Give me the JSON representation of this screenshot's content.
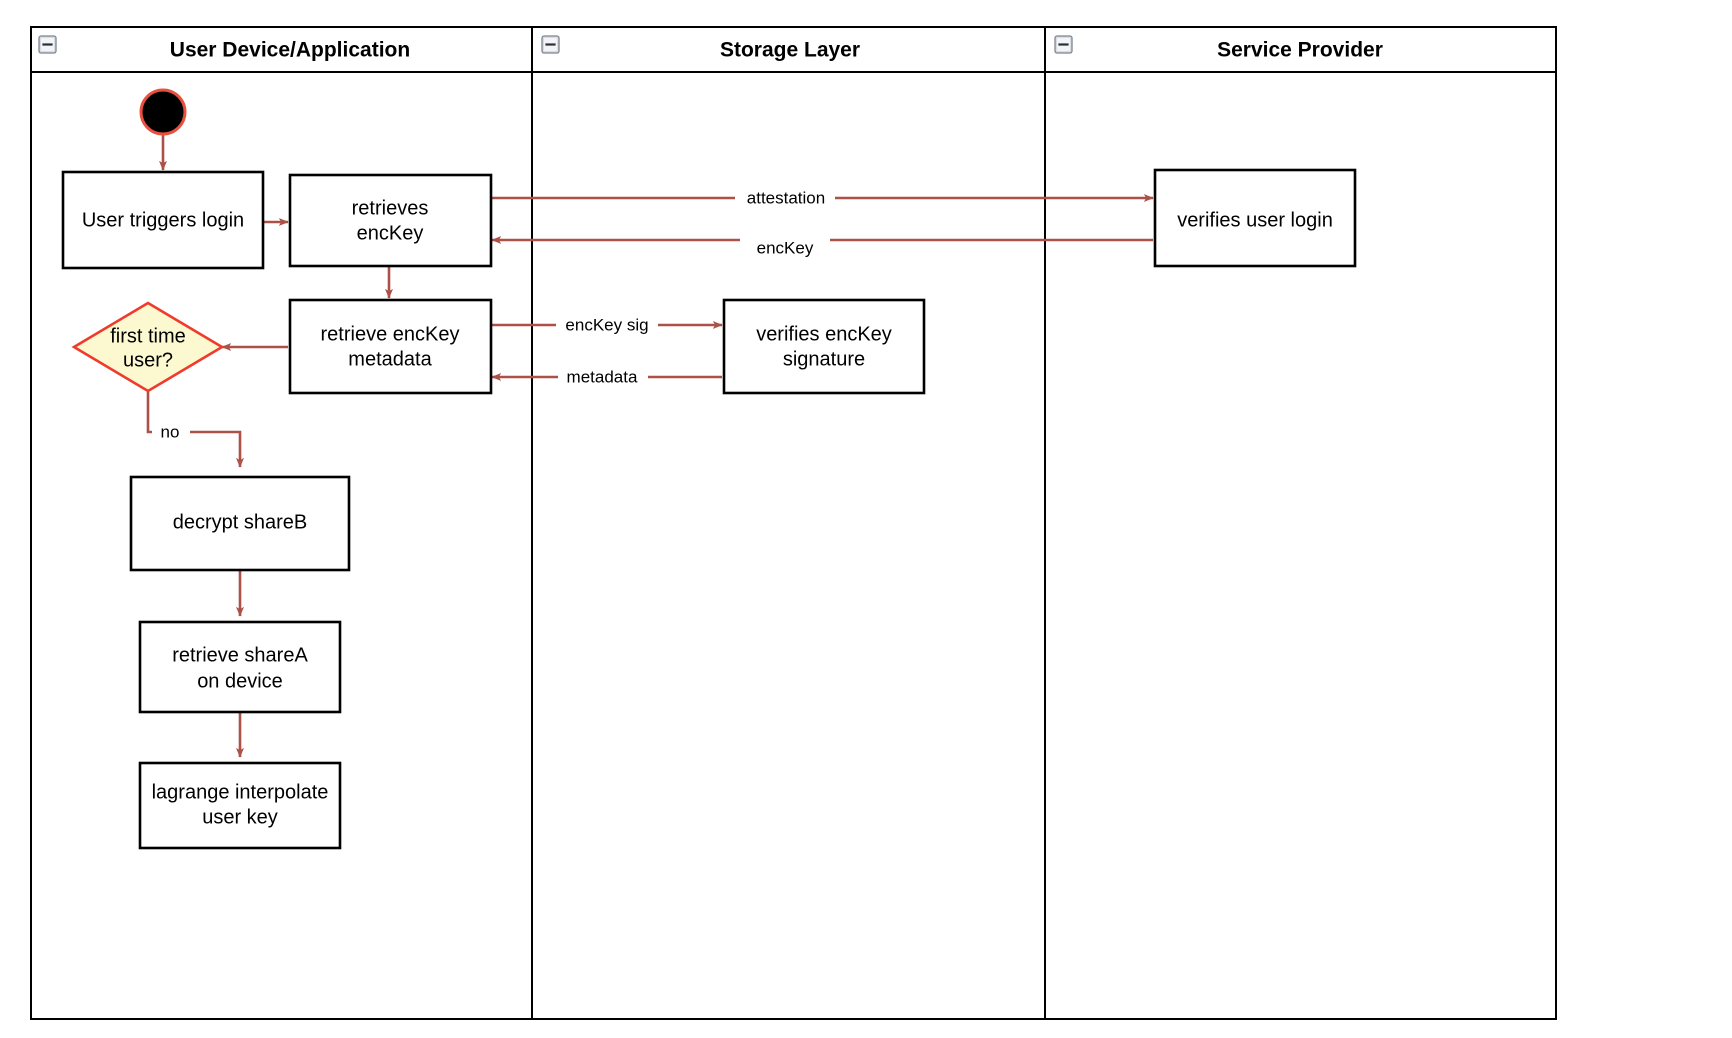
{
  "diagram": {
    "type": "swimlane-activity-diagram",
    "background_color": "#ffffff",
    "box_border_color": "#000000",
    "flow_color": "#ab5147",
    "decision_fill_color": "#fcf8cf",
    "decision_border_color": "#ef3b2c",
    "start_node_fill": "#000000",
    "start_node_ring": "#e8503f"
  },
  "lanes": [
    {
      "id": "lane-user-device",
      "title": "User Device/Application",
      "collapse_icon": "collapse-minus-icon"
    },
    {
      "id": "lane-storage",
      "title": "Storage Layer",
      "collapse_icon": "collapse-minus-icon"
    },
    {
      "id": "lane-service-provider",
      "title": "Service Provider",
      "collapse_icon": "collapse-minus-icon"
    }
  ],
  "nodes": [
    {
      "id": "start",
      "kind": "start",
      "lane": "lane-user-device",
      "label": ""
    },
    {
      "id": "user-triggers-login",
      "kind": "process",
      "lane": "lane-user-device",
      "label": "User triggers login",
      "lines": [
        "User triggers login"
      ]
    },
    {
      "id": "retrieves-enckey",
      "kind": "process",
      "lane": "lane-user-device",
      "label": "retrieves encKey",
      "lines": [
        "retrieves",
        "encKey"
      ]
    },
    {
      "id": "retrieve-enckey-metadata",
      "kind": "process",
      "lane": "lane-user-device",
      "label": "retrieve encKey metadata",
      "lines": [
        "retrieve encKey",
        "metadata"
      ]
    },
    {
      "id": "first-time-user",
      "kind": "decision",
      "lane": "lane-user-device",
      "label": "first time user?",
      "lines": [
        "first time",
        "user?"
      ]
    },
    {
      "id": "decrypt-shareb",
      "kind": "process",
      "lane": "lane-user-device",
      "label": "decrypt shareB",
      "lines": [
        "decrypt shareB"
      ]
    },
    {
      "id": "retrieve-sharea-on-device",
      "kind": "process",
      "lane": "lane-user-device",
      "label": "retrieve shareA on device",
      "lines": [
        "retrieve shareA",
        "on device"
      ]
    },
    {
      "id": "lagrange-interpolate-user-key",
      "kind": "process",
      "lane": "lane-user-device",
      "label": "lagrange interpolate user key",
      "lines": [
        "lagrange interpolate",
        "user key"
      ]
    },
    {
      "id": "verifies-enckey-signature",
      "kind": "process",
      "lane": "lane-storage",
      "label": "verifies encKey signature",
      "lines": [
        "verifies encKey",
        "signature"
      ]
    },
    {
      "id": "verifies-user-login",
      "kind": "process",
      "lane": "lane-service-provider",
      "label": "verifies user login",
      "lines": [
        "verifies user login"
      ]
    }
  ],
  "flows": [
    {
      "id": "flow-start-to-login",
      "from": "start",
      "to": "user-triggers-login",
      "label": ""
    },
    {
      "id": "flow-login-to-retrieves",
      "from": "user-triggers-login",
      "to": "retrieves-enckey",
      "label": ""
    },
    {
      "id": "flow-attestation",
      "from": "retrieves-enckey",
      "to": "verifies-user-login",
      "label": "attestation"
    },
    {
      "id": "flow-enckey",
      "from": "verifies-user-login",
      "to": "retrieves-enckey",
      "label": "encKey"
    },
    {
      "id": "flow-retrieves-to-metadata",
      "from": "retrieves-enckey",
      "to": "retrieve-enckey-metadata",
      "label": ""
    },
    {
      "id": "flow-enckey-sig",
      "from": "retrieve-enckey-metadata",
      "to": "verifies-enckey-signature",
      "label": "encKey sig"
    },
    {
      "id": "flow-metadata",
      "from": "verifies-enckey-signature",
      "to": "retrieve-enckey-metadata",
      "label": "metadata"
    },
    {
      "id": "flow-metadata-to-decision",
      "from": "retrieve-enckey-metadata",
      "to": "first-time-user",
      "label": ""
    },
    {
      "id": "flow-no-branch",
      "from": "first-time-user",
      "to": "decrypt-shareb",
      "label": "no"
    },
    {
      "id": "flow-decrypt-to-sharea",
      "from": "decrypt-shareb",
      "to": "retrieve-sharea-on-device",
      "label": ""
    },
    {
      "id": "flow-sharea-to-lagrange",
      "from": "retrieve-sharea-on-device",
      "to": "lagrange-interpolate-user-key",
      "label": ""
    }
  ]
}
